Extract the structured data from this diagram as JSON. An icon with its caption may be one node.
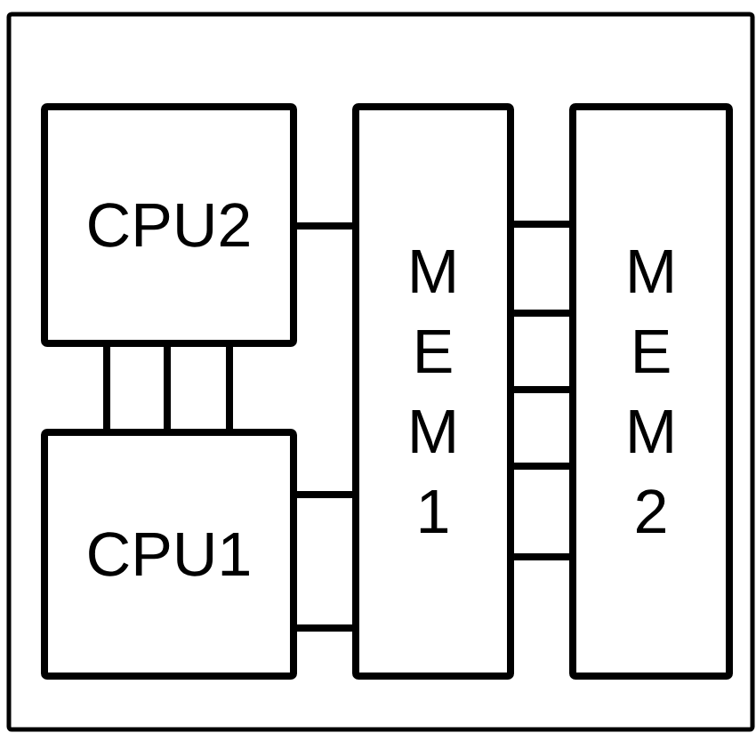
{
  "diagram": {
    "nodes": [
      {
        "text": [],
        "shape": "box"
      },
      {
        "text": [
          "CPU2"
        ],
        "in": 0
      },
      {
        "text": [
          "M E M 1"
        ],
        "in": 0
      },
      {
        "text": [
          "M E M 2"
        ],
        "in": 0
      },
      {
        "text": [
          "CPU1"
        ],
        "in": 0
      }
    ],
    "edges": [
      {
        "from": 1,
        "to": 2,
        "arrow": "none"
      },
      {
        "from": 1,
        "to": 4,
        "arrow": "none"
      },
      {
        "from": 1,
        "to": 4,
        "arrow": "none"
      },
      {
        "from": 1,
        "to": 4,
        "arrow": "none"
      },
      {
        "from": 4,
        "to": 2,
        "arrow": "none"
      },
      {
        "from": 4,
        "to": 2,
        "arrow": "none"
      },
      {
        "from": 2,
        "to": 3,
        "arrow": "none"
      },
      {
        "from": 2,
        "to": 3,
        "arrow": "none"
      },
      {
        "from": 2,
        "to": 3,
        "arrow": "none"
      },
      {
        "from": 2,
        "to": 3,
        "arrow": "none"
      },
      {
        "from": 2,
        "to": 3,
        "arrow": "none"
      }
    ]
  }
}
